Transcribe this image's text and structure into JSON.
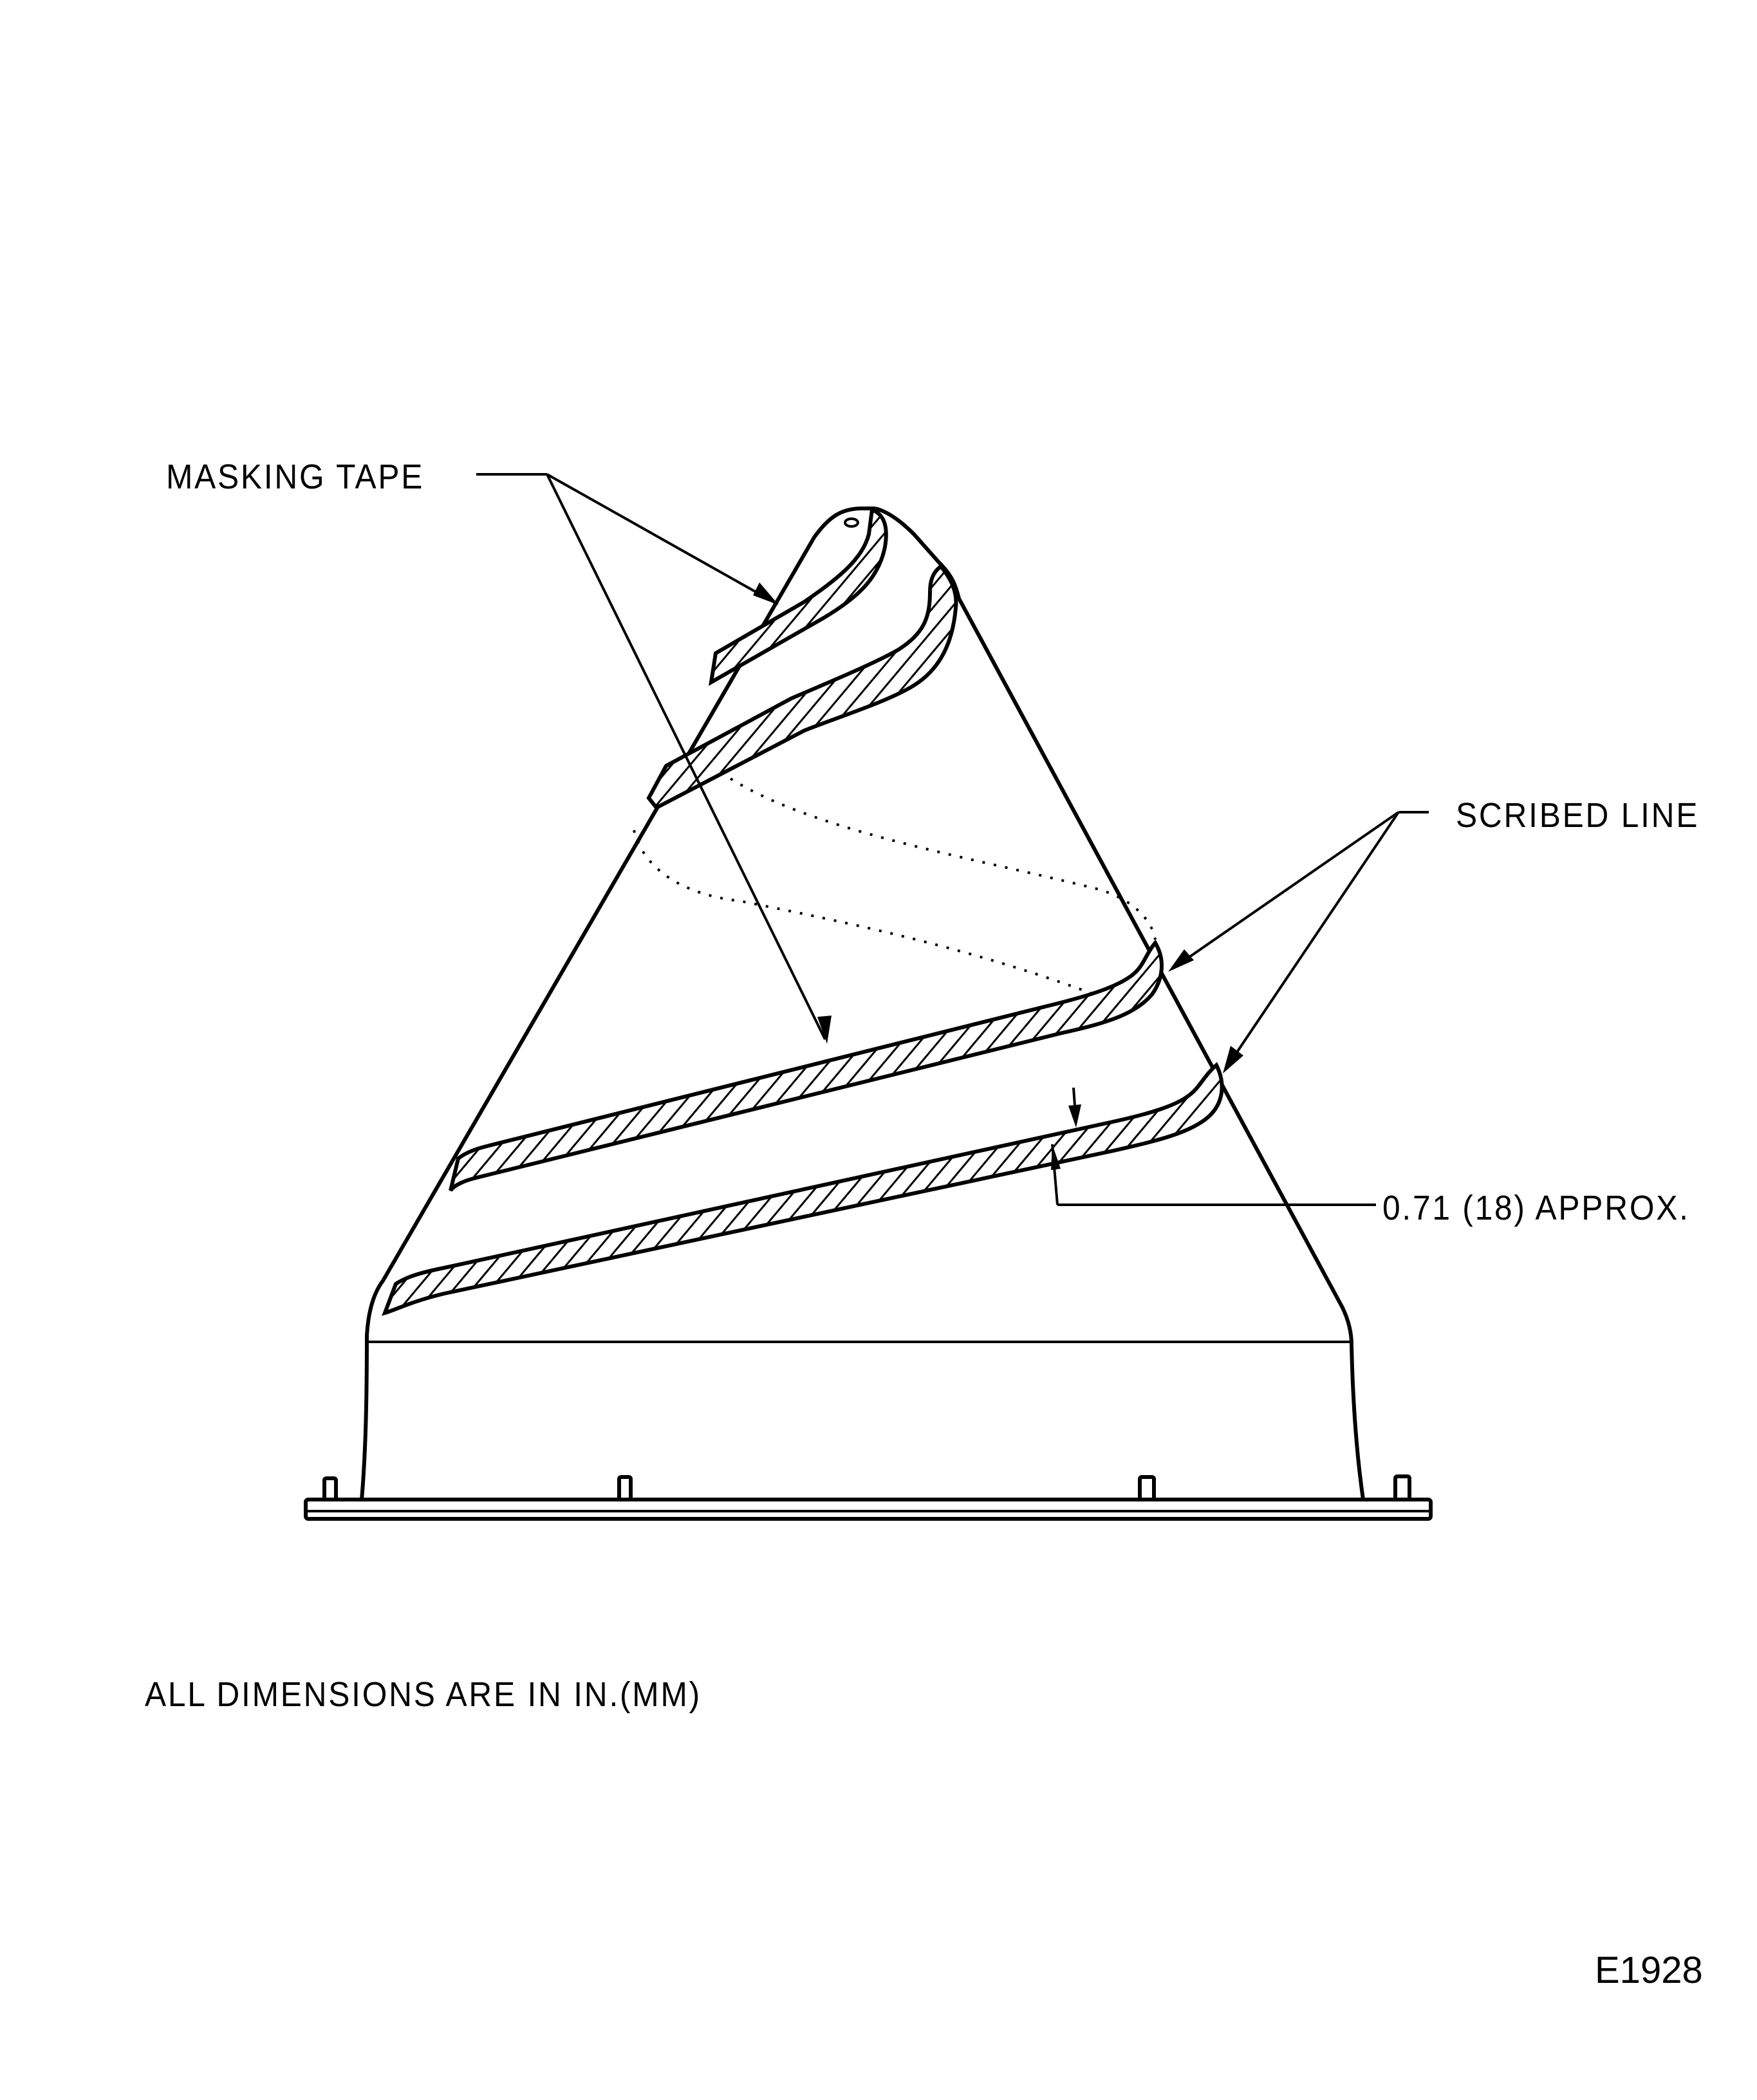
{
  "drawing": {
    "subject": "conical part with helical masking tape wrap",
    "callouts": {
      "masking_tape": "MASKING TAPE",
      "scribed_line": "SCRIBED LINE",
      "dimension": "0.71 (18)  APPROX."
    },
    "note": "ALL DIMENSIONS ARE IN IN.(MM)",
    "figure_code": "E1928"
  },
  "colors": {
    "ink": "#000000",
    "paper": "#ffffff"
  }
}
